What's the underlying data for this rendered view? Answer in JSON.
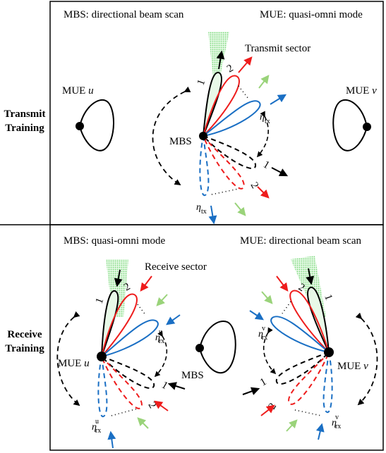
{
  "transmit": {
    "row_label_1": "Transmit",
    "row_label_2": "Training",
    "mbs_mode": "MBS: directional beam scan",
    "mue_mode": "MUE: quasi-omni mode",
    "sector_label": "Transmit sector",
    "mue_u_label": "MUE ",
    "mue_u_var": "u",
    "mue_v_label": "MUE ",
    "mue_v_var": "v",
    "mbs_label": "MBS",
    "eta_label": "η",
    "eta_sub": "tx",
    "beam_numbers": [
      "1",
      "2",
      "1",
      "2"
    ]
  },
  "receive": {
    "row_label_1": "Receive",
    "row_label_2": "Training",
    "mbs_mode": "MBS: quasi-omni mode",
    "mue_mode": "MUE: directional beam scan",
    "sector_label": "Receive sector",
    "mue_u_label": "MUE ",
    "mue_u_var": "u",
    "mue_v_label": "MUE ",
    "mue_v_var": "v",
    "mbs_label": "MBS",
    "eta_label": "η",
    "eta_sub": "rx",
    "eta_u_sup": "u",
    "eta_v_sup": "v",
    "beam_numbers": [
      "1",
      "2",
      "1",
      "2",
      "1",
      "2",
      "1",
      "2"
    ]
  },
  "colors": {
    "beam_1": "#000000",
    "beam_2": "#ee1c1c",
    "beam_n": "#1a6fc4",
    "arrow_green": "#9ad37a",
    "sector_fill": "#c8f0c8"
  }
}
